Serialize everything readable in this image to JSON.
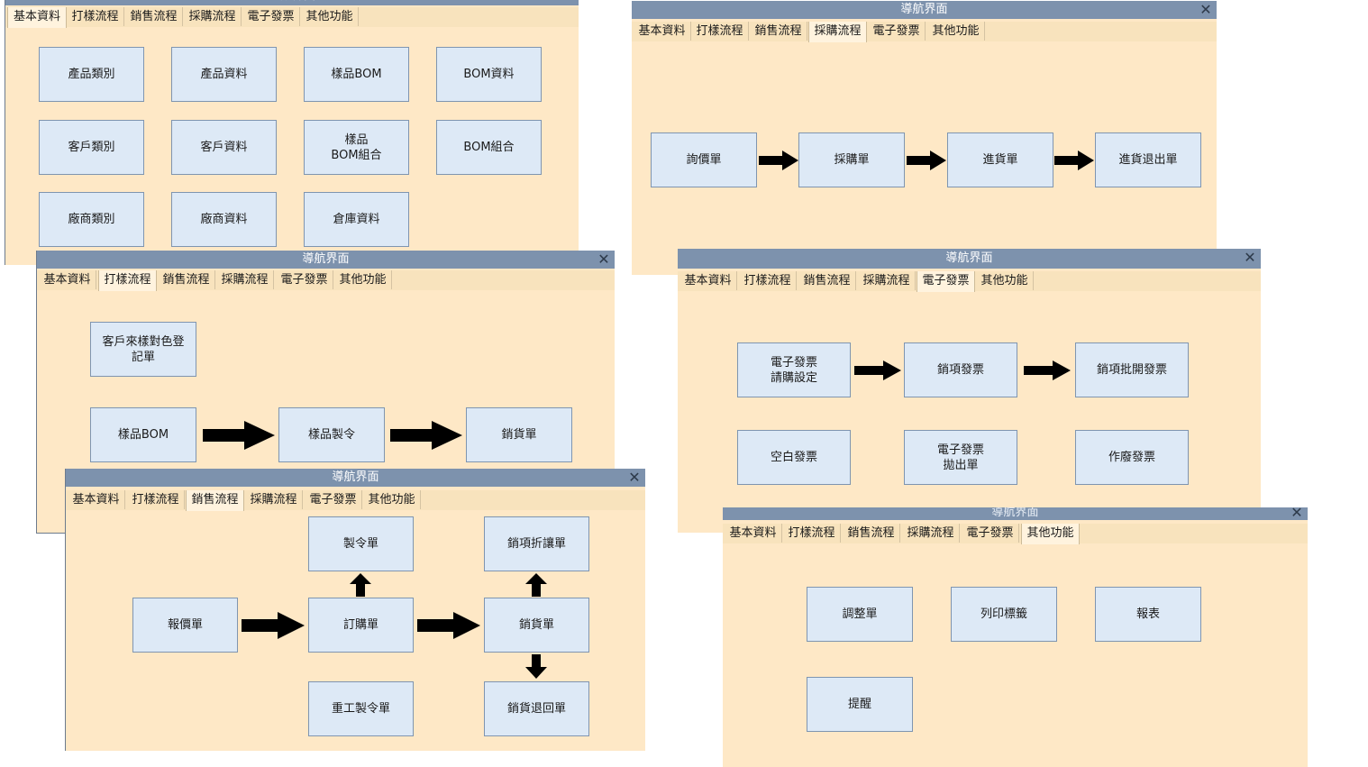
{
  "window_title": "導航界面",
  "close_glyph": "✕",
  "tabs": [
    "基本資料",
    "打樣流程",
    "銷售流程",
    "採購流程",
    "電子發票",
    "其他功能"
  ],
  "colors": {
    "panel": "#fee8c6",
    "titlebar": "#7d92ad",
    "button": "#dde9f6",
    "button_border": "#7f95b0",
    "arrow": "#000000"
  },
  "basic": {
    "active_tab": "基本資料",
    "buttons": [
      "產品類別",
      "產品資料",
      "樣品BOM",
      "BOM資料",
      "客戶類別",
      "客戶資料",
      "樣品\nBOM組合",
      "BOM組合",
      "廠商類別",
      "廠商資料",
      "倉庫資料"
    ]
  },
  "purchase": {
    "active_tab": "採購流程",
    "buttons": [
      "詢價單",
      "採購單",
      "進貨單",
      "進貨退出單"
    ]
  },
  "sample": {
    "active_tab": "打樣流程",
    "buttons": [
      "客戶來樣對色登\n記單",
      "樣品BOM",
      "樣品製令",
      "銷貨單"
    ]
  },
  "einvoice": {
    "active_tab": "電子發票",
    "buttons": [
      "電子發票\n請購設定",
      "銷項發票",
      "銷項批開發票",
      "空白發票",
      "電子發票\n拋出單",
      "作廢發票"
    ]
  },
  "sales": {
    "active_tab": "銷售流程",
    "buttons": [
      "製令單",
      "銷項折讓單",
      "報價單",
      "訂購單",
      "銷貨單",
      "重工製令單",
      "銷貨退回單"
    ]
  },
  "other": {
    "active_tab": "其他功能",
    "buttons": [
      "調整單",
      "列印標籤",
      "報表",
      "提醒"
    ]
  }
}
